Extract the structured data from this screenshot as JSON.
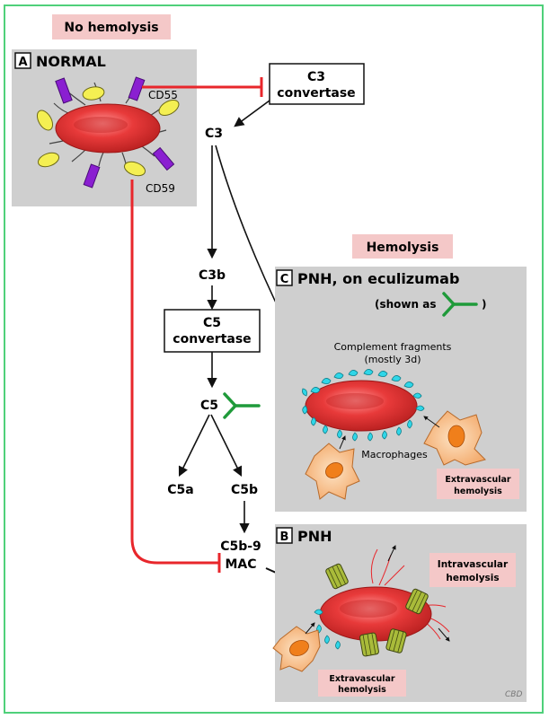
{
  "labels": {
    "no_hemolysis": "No hemolysis",
    "hemolysis": "Hemolysis",
    "panel_a_letter": "A",
    "panel_a_title": "NORMAL",
    "cd55": "CD55",
    "cd59": "CD59",
    "c3_convertase_line1": "C3",
    "c3_convertase_line2": "convertase",
    "c3": "C3",
    "c3b": "C3b",
    "c5_convertase_line1": "C5",
    "c5_convertase_line2": "convertase",
    "c5": "C5",
    "c5a": "C5a",
    "c5b": "C5b",
    "c5b9": "C5b-9",
    "mac": "MAC",
    "panel_c_letter": "C",
    "panel_c_title": "PNH, on eculizumab",
    "shown_as_prefix": "(shown as",
    "shown_as_suffix": ")",
    "complement_fragments": "Complement fragments",
    "mostly_3d": "(mostly 3d)",
    "macrophages": "Macrophages",
    "extravascular_line1": "Extravascular",
    "extravascular_line2": "hemolysis",
    "panel_b_letter": "B",
    "panel_b_title": "PNH",
    "intravascular_line1": "Intravascular",
    "intravascular_line2": "hemolysis",
    "extravascular_b_line1": "Extravascular",
    "extravascular_b_line2": "hemolysis",
    "signature": "CBD"
  },
  "colors": {
    "frame": "#4fd07a",
    "panel_bg": "#cfcfcf",
    "pink_label": "#f4c8c8",
    "inhibit_red": "#e8262b",
    "rbc_red": "#e23a3a",
    "antibody_green": "#1f9a3a",
    "cd55_purple": "#8a1fd1",
    "cd59_yellow": "#f4ef52",
    "fragment_cyan": "#2fd6e8",
    "macrophage_orange": "#f7c089",
    "mac_olive": "#a9bb3a"
  }
}
